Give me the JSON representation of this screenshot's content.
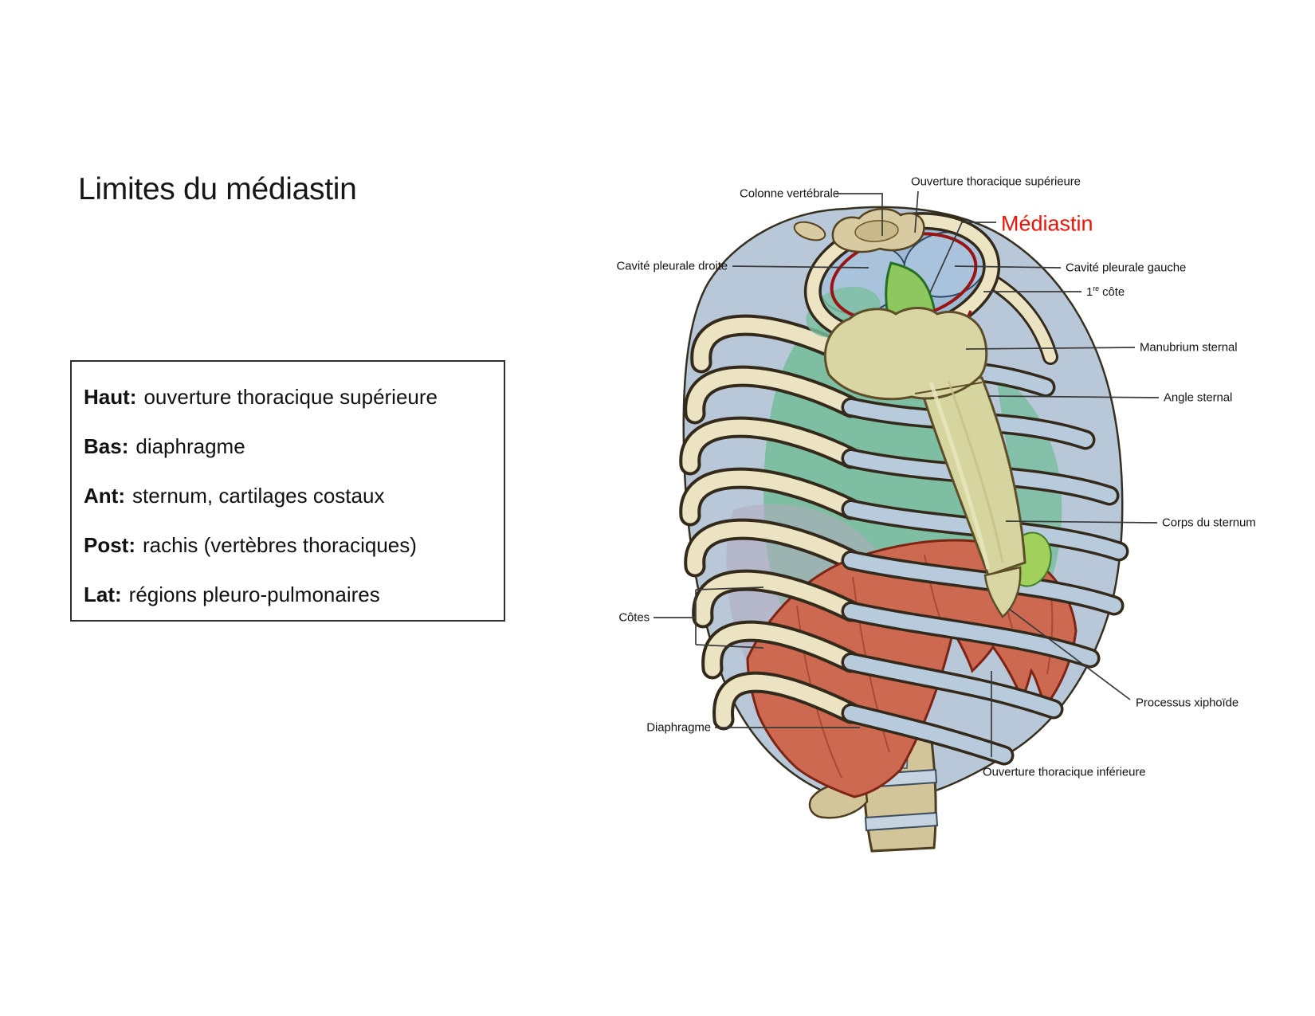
{
  "slide": {
    "title": "Limites du médiastin"
  },
  "limits_box": {
    "items": [
      {
        "label": "Haut:",
        "text": "ouverture thoracique supérieure"
      },
      {
        "label": "Bas:",
        "text": "diaphragme"
      },
      {
        "label": "Ant:",
        "text": "sternum, cartilages costaux"
      },
      {
        "label": "Post:",
        "text": "rachis (vertèbres thoraciques)"
      },
      {
        "label": "Lat:",
        "text": "régions pleuro-pulmonaires"
      }
    ]
  },
  "figure": {
    "highlight": {
      "label": "Médiastin",
      "color": "#ee1309"
    },
    "labels": {
      "colonne_vertebrale": "Colonne vertébrale",
      "ouverture_sup": "Ouverture thoracique supérieure",
      "cavite_droite": "Cavité pleurale droite",
      "cavite_gauche": "Cavité pleurale gauche",
      "premiere_cote_num": "1",
      "premiere_cote_sup": "re",
      "premiere_cote_rest": " côte",
      "manubrium": "Manubrium sternal",
      "angle_sternal": "Angle sternal",
      "corps_sternum": "Corps du sternum",
      "cotes": "Côtes",
      "diaphragme": "Diaphragme",
      "processus_xiphoide": "Processus xiphoïde",
      "ouverture_inf": "Ouverture thoracique inférieure"
    },
    "palette": {
      "rib_bone": "#ece3c3",
      "cartilage_blue": "#b7cbdd",
      "pleura_blue": "#a9c3dc",
      "lung_teal": "#78bd9e",
      "mediastinum_green": "#8ec75f",
      "diaphragm_red": "#cd6950",
      "pleura_outline_red": "#9b1414",
      "bone_outline": "#342a1b"
    }
  }
}
